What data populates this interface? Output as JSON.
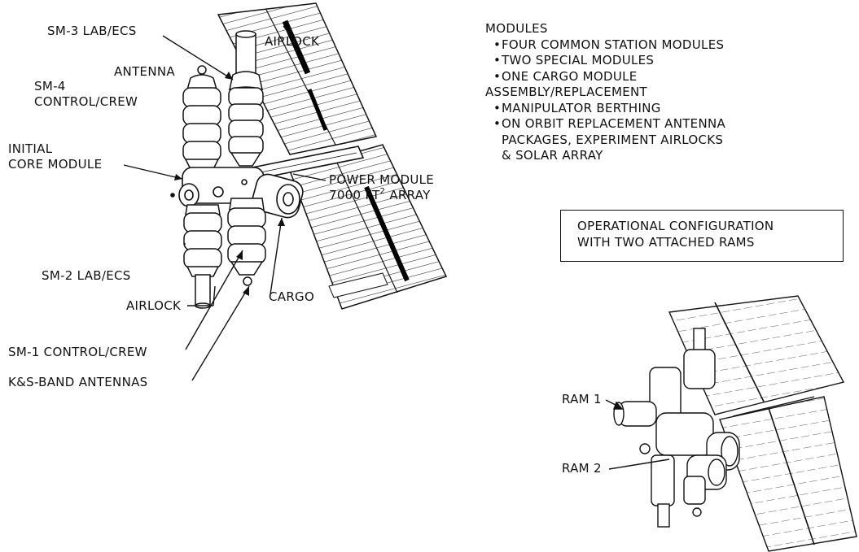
{
  "labels": {
    "sm3": "SM-3 LAB/ECS",
    "airlock_top": "AIRLOCK",
    "antenna": "ANTENNA",
    "sm4": "SM-4\nCONTROL/CREW",
    "initial_core": "INITIAL\nCORE MODULE",
    "power_module_line1": "POWER MODULE",
    "power_module_line2": "7000 FT",
    "power_module_sup": "2",
    "power_module_line2b": " ARRAY",
    "sm2": "SM-2 LAB/ECS",
    "airlock_bottom": "AIRLOCK",
    "cargo": "CARGO",
    "sm1": "SM-1 CONTROL/CREW",
    "ks_band": "K&S-BAND ANTENNAS",
    "ram1": "RAM 1",
    "ram2": "RAM 2"
  },
  "notes": {
    "modules_header": "MODULES",
    "modules_items": [
      "FOUR COMMON STATION MODULES",
      "TWO SPECIAL MODULES",
      "ONE CARGO MODULE"
    ],
    "assembly_header": "ASSEMBLY/REPLACEMENT",
    "assembly_items": [
      "MANIPULATOR BERTHING",
      "ON ORBIT REPLACEMENT ANTENNA\nPACKAGES, EXPERIMENT AIRLOCKS\n& SOLAR ARRAY"
    ],
    "bullet": "•"
  },
  "config_box": "OPERATIONAL CONFIGURATION\nWITH TWO ATTACHED RAMS"
}
